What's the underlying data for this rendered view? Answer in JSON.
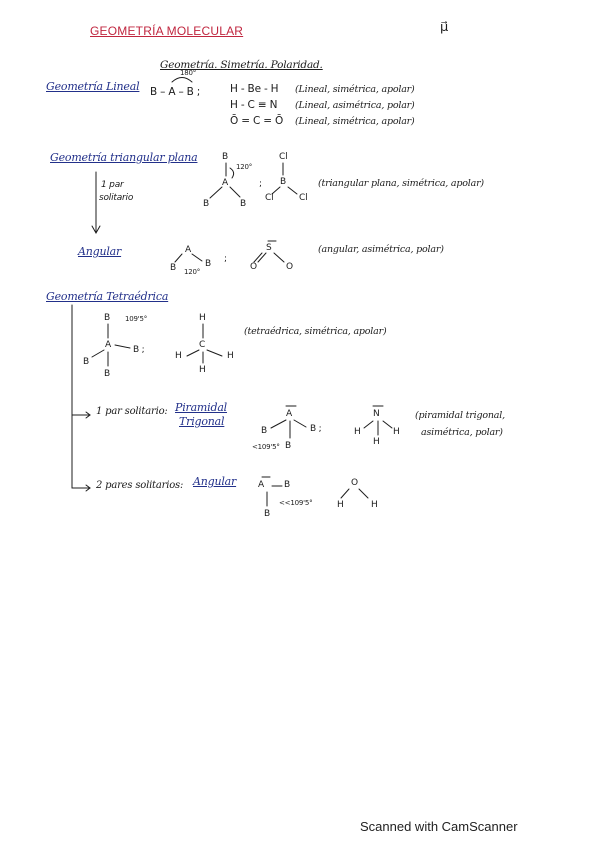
{
  "title": "GEOMETRÍA MOLECULAR",
  "vector_symbol": "μ⃗",
  "columns_header": "Geometría. Simetría. Polaridad.",
  "linear": {
    "heading": "Geometría Lineal",
    "angle": "180°",
    "diagram": "B – A – B ;",
    "examples": [
      {
        "formula": "H - Be - H",
        "note": "(Lineal, simétrica, apolar)"
      },
      {
        "formula": "H - C ≡ N",
        "note": "(Lineal, asimétrica, polar)"
      },
      {
        "formula": "Ō = C = Ō",
        "note": "(Lineal, simétrica, apolar)"
      }
    ]
  },
  "trigonal": {
    "heading": "Geometría triangular plana",
    "angle": "120°",
    "lone_pair_note_1": "1 par",
    "lone_pair_note_2": "solitario",
    "atoms": [
      "B",
      "A",
      "B",
      "B"
    ],
    "example_atoms": [
      "Cl",
      "B",
      "Cl",
      "Cl"
    ],
    "separator": ";",
    "note": "(triangular plana, simétrica, apolar)"
  },
  "angular_1": {
    "heading": "Angular",
    "angle": "120°",
    "atoms": [
      "A",
      "B",
      "B"
    ],
    "separator": ";",
    "example_central": "S",
    "example_ligands": [
      "O",
      "O"
    ],
    "note": "(angular, asimétrica, polar)"
  },
  "tetrahedral": {
    "heading": "Geometría Tetraédrica",
    "angle": "109'5°",
    "atoms": [
      "B",
      "A",
      "B ;",
      "B",
      "B"
    ],
    "example_atoms": [
      "H",
      "C",
      "H",
      "H",
      "H"
    ],
    "note": "(tetraédrica, simétrica, apolar)"
  },
  "pyramidal": {
    "branch_label": "1 par solitario:",
    "heading_line1": "Piramidal",
    "heading_line2": "Trigonal",
    "atoms": [
      "A",
      "B",
      "B ;",
      "B"
    ],
    "angle": "<109'5°",
    "example_atoms": [
      "N",
      "H",
      "H",
      "H"
    ],
    "note_line1": "(piramidal trigonal,",
    "note_line2": "asimétrica, polar)"
  },
  "angular_2": {
    "branch_label": "2 pares solitarios:",
    "heading": "Angular",
    "atoms": [
      "A",
      "B",
      "B"
    ],
    "angle": "<<109'5°",
    "example_atoms": [
      "O",
      "H",
      "H"
    ]
  },
  "footer": "Scanned with CamScanner"
}
